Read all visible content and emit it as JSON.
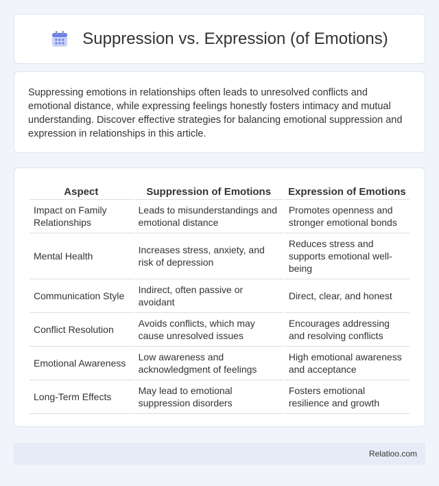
{
  "header": {
    "title": "Suppression vs. Expression (of Emotions)",
    "icon": "calendar-icon",
    "icon_color": "#6c7fe6"
  },
  "intro": {
    "text": "Suppressing emotions in relationships often leads to unresolved conflicts and emotional distance, while expressing feelings honestly fosters intimacy and mutual understanding. Discover effective strategies for balancing emotional suppression and expression in relationships in this article."
  },
  "table": {
    "headers": [
      "Aspect",
      "Suppression of Emotions",
      "Expression of Emotions"
    ],
    "rows": [
      [
        "Impact on Family Relationships",
        "Leads to misunderstandings and emotional distance",
        "Promotes openness and stronger emotional bonds"
      ],
      [
        "Mental Health",
        "Increases stress, anxiety, and risk of depression",
        "Reduces stress and supports emotional well-being"
      ],
      [
        "Communication Style",
        "Indirect, often passive or avoidant",
        "Direct, clear, and honest"
      ],
      [
        "Conflict Resolution",
        "Avoids conflicts, which may cause unresolved issues",
        "Encourages addressing and resolving conflicts"
      ],
      [
        "Emotional Awareness",
        "Low awareness and acknowledgment of feelings",
        "High emotional awareness and acceptance"
      ],
      [
        "Long-Term Effects",
        "May lead to emotional suppression disorders",
        "Fosters emotional resilience and growth"
      ]
    ]
  },
  "footer": {
    "text": "Relatioo.com"
  }
}
